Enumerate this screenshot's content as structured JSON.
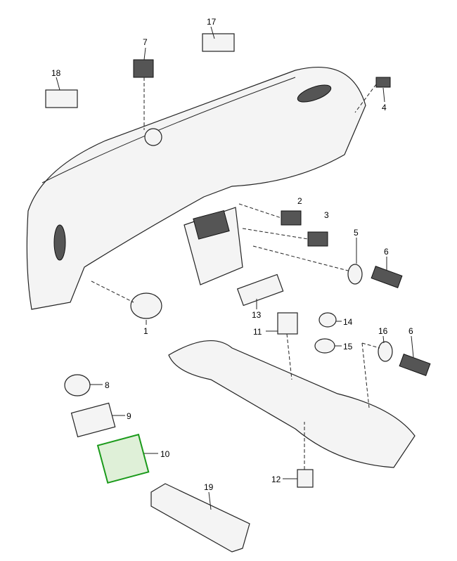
{
  "diagram": {
    "callouts": [
      {
        "id": "c17",
        "number": "17"
      },
      {
        "id": "c7",
        "number": "7"
      },
      {
        "id": "c18",
        "number": "18"
      },
      {
        "id": "c4",
        "number": "4"
      },
      {
        "id": "c2",
        "number": "2"
      },
      {
        "id": "c3",
        "number": "3"
      },
      {
        "id": "c5",
        "number": "5"
      },
      {
        "id": "c6a",
        "number": "6"
      },
      {
        "id": "c1",
        "number": "1"
      },
      {
        "id": "c13",
        "number": "13"
      },
      {
        "id": "c11",
        "number": "11"
      },
      {
        "id": "c14",
        "number": "14"
      },
      {
        "id": "c15",
        "number": "15"
      },
      {
        "id": "c16",
        "number": "16"
      },
      {
        "id": "c6b",
        "number": "6"
      },
      {
        "id": "c8",
        "number": "8"
      },
      {
        "id": "c9",
        "number": "9"
      },
      {
        "id": "c10",
        "number": "10"
      },
      {
        "id": "c12",
        "number": "12"
      },
      {
        "id": "c19",
        "number": "19"
      }
    ],
    "highlight_color": "#1a9a1a"
  }
}
